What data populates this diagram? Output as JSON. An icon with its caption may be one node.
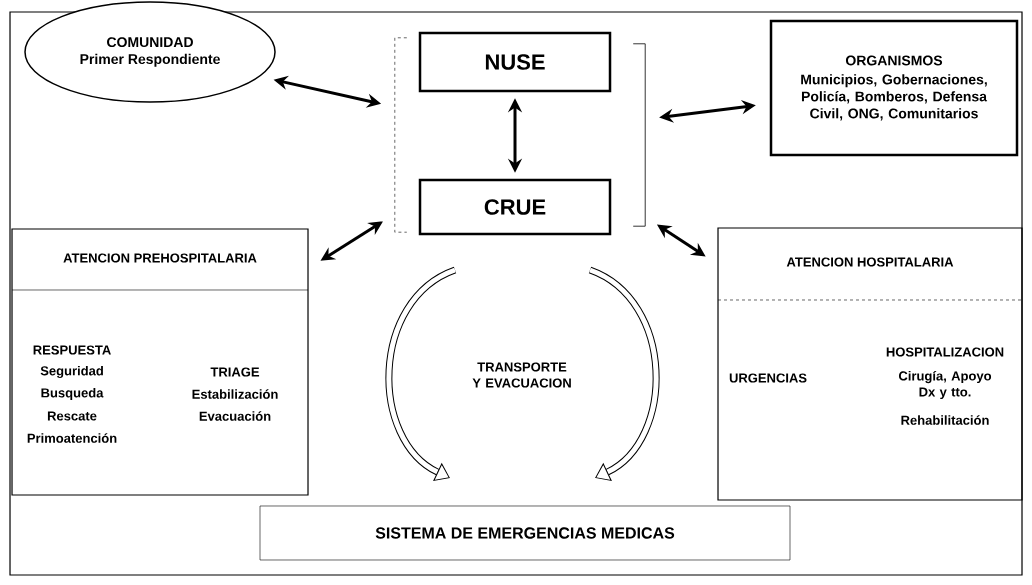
{
  "diagram": {
    "nodes": [
      {
        "text": [
          "COMUNIDAD",
          "Primer Respondiente"
        ]
      },
      {
        "text": [],
        "shape": "box"
      },
      {
        "text": [
          "NUSE"
        ],
        "in": 1
      },
      {
        "text": [
          "CRUE"
        ],
        "in": 1
      },
      {
        "text": [
          "ORGANISMOS",
          "Municipios, Gobernaciones, Policía, Bomberos, Defensa Civil, ONG, Comunitarios"
        ]
      },
      {
        "text": [
          "ATENCION PREHOSPITALARIA",
          "RESPUESTA",
          "Seguridad",
          "Busqueda",
          "Rescate",
          "Primoatención",
          "TRIAGE",
          "Estabilización",
          "Evacuación"
        ]
      },
      {
        "text": [
          "ATENCION HOSPITALARIA",
          "URGENCIAS",
          "HOSPITALIZACION",
          "Cirugía, Apoyo Dx y tto.",
          "Rehabilitación"
        ]
      },
      {
        "text": [
          "SISTEMA DE EMERGENCIAS MEDICAS"
        ]
      }
    ],
    "edges": [
      {
        "from": 0,
        "to": 1,
        "arrow": "both"
      },
      {
        "from": 5,
        "to": 1,
        "arrow": "both"
      },
      {
        "from": 4,
        "to": 1,
        "arrow": "both"
      },
      {
        "from": 6,
        "to": 1,
        "arrow": "both"
      },
      {
        "from": 2,
        "to": 3,
        "arrow": "both"
      }
    ],
    "labels": [
      "TRANSPORTE Y EVACUACION"
    ]
  }
}
